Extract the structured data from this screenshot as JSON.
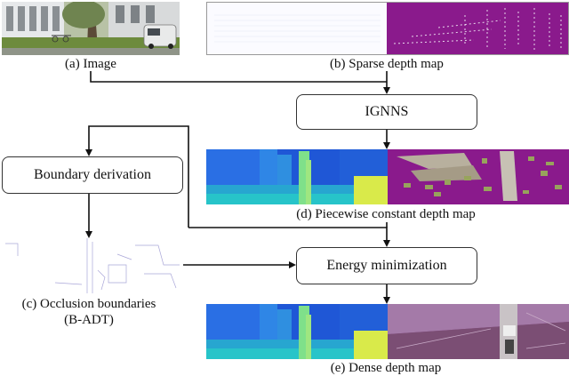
{
  "captions": {
    "image": "(a) Image",
    "sparse": "(b) Sparse depth map",
    "piecewise": "(d) Piecewise constant depth map",
    "occlusion_line1": "(c) Occlusion boundaries",
    "occlusion_line2": "(B-ADT)",
    "dense": "(e) Dense depth map"
  },
  "boxes": {
    "ignns": "IGNNS",
    "boundary": "Boundary derivation",
    "energy": "Energy minimization"
  },
  "colors": {
    "arrow": "#111111",
    "box_border": "#333333",
    "depth_purple": "#8a1a8c",
    "depth_blue": "#1f57d6",
    "depth_cyan": "#27c4c9",
    "depth_green": "#7fe08a",
    "depth_yellow": "#d9ea4a"
  }
}
